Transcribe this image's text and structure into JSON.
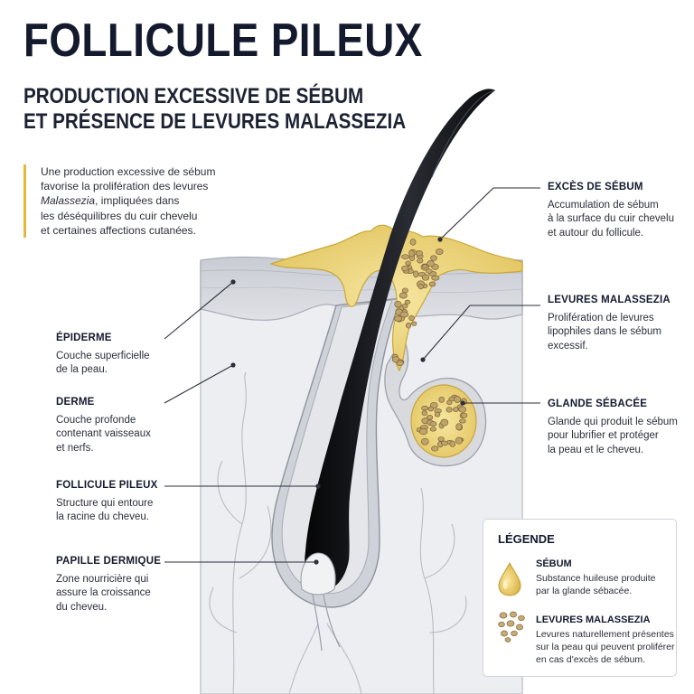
{
  "title": "FOLLICULE PILEUX",
  "subtitle": [
    "PRODUCTION EXCESSIVE DE SÉBUM",
    "ET PRÉSENCE DE LEVURES MALASSEZIA"
  ],
  "intro": {
    "line1": "Une production excessive de sébum",
    "line2": "favorise la prolifération des levures",
    "line3_italic": "Malassezia",
    "line3_rest": ", impliquées dans",
    "line4": "les déséquilibres du cuir chevelu",
    "line5": "et certaines affections cutanées."
  },
  "labels": {
    "epiderme": {
      "title": "ÉPIDERME",
      "lines": [
        "Couche superficielle",
        "de la peau."
      ]
    },
    "derme": {
      "title": "DERME",
      "lines": [
        "Couche profonde",
        "contenant vaisseaux",
        "et nerfs."
      ]
    },
    "follicule": {
      "title": "FOLLICULE PILEUX",
      "lines": [
        "Structure qui entoure",
        "la racine du cheveu."
      ]
    },
    "papille": {
      "title": "PAPILLE DERMIQUE",
      "lines": [
        "Zone nourricière qui",
        "assure la croissance",
        "du cheveu."
      ]
    },
    "exces": {
      "title": "EXCÈS DE SÉBUM",
      "lines": [
        "Accumulation de sébum",
        "à la surface du cuir chevelu",
        "et autour du follicule."
      ]
    },
    "levures": {
      "title": "LEVURES MALASSEZIA",
      "lines": [
        "Prolifération de levures",
        "lipophiles dans le sébum",
        "excessif."
      ]
    },
    "glande": {
      "title": "GLANDE SÉBACÉE",
      "lines": [
        "Glande qui produit le sébum",
        "pour lubrifier et protéger",
        "la peau et le cheveu."
      ]
    }
  },
  "legend": {
    "title": "LÉGENDE",
    "sebum": {
      "title": "SÉBUM",
      "lines": [
        "Substance huileuse produite",
        "par la glande sébacée."
      ],
      "icon": "oil-drop-icon"
    },
    "levures": {
      "title": "LEVURES MALASSEZIA",
      "lines": [
        "Levures naturellement présentes",
        "sur la peau qui peuvent proliférer",
        "en cas d'excès de sébum."
      ],
      "icon": "yeast-cluster-icon"
    }
  },
  "colors": {
    "sebum": "#e9d27a",
    "sebum_dark": "#c9a838",
    "hair": "#15161a",
    "skin": "#d9dbe0",
    "dermis": "#eeeff2",
    "accent": "#e2b93b",
    "text_dark": "#141a2e"
  }
}
